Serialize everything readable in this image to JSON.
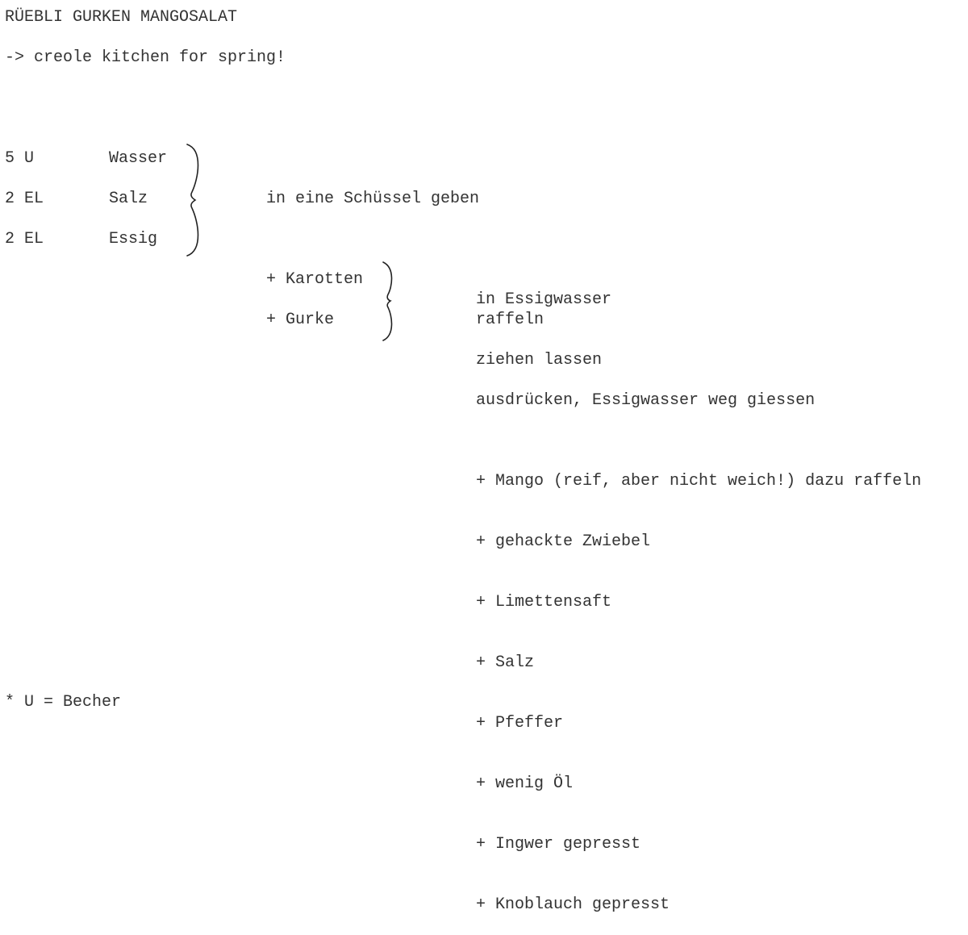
{
  "title": "RÜEBLI GURKEN MANGOSALAT",
  "subtitle": "-> creole kitchen for spring!",
  "group1": {
    "rows": [
      {
        "qty": "5 U",
        "item": "Wasser"
      },
      {
        "qty": "2 EL",
        "item": "Salz"
      },
      {
        "qty": "2 EL",
        "item": "Essig"
      }
    ],
    "instruction": "in eine Schüssel geben"
  },
  "group2": {
    "items": [
      "+ Karotten",
      "+ Gurke"
    ],
    "instruction_line1": "in Essigwasser",
    "instruction_line2": "raffeln"
  },
  "steps": {
    "ziehen": "ziehen lassen",
    "ausdruecken": "ausdrücken, Essigwasser weg giessen",
    "additions": [
      "+ Mango (reif, aber nicht weich!) dazu raffeln",
      "+ gehackte Zwiebel",
      "+ Limettensaft",
      "+ Salz",
      "+ Pfeffer",
      "+ wenig Öl",
      "+ Ingwer gepresst",
      "+ Knoblauch gepresst"
    ]
  },
  "footnote": "* U = Becher"
}
